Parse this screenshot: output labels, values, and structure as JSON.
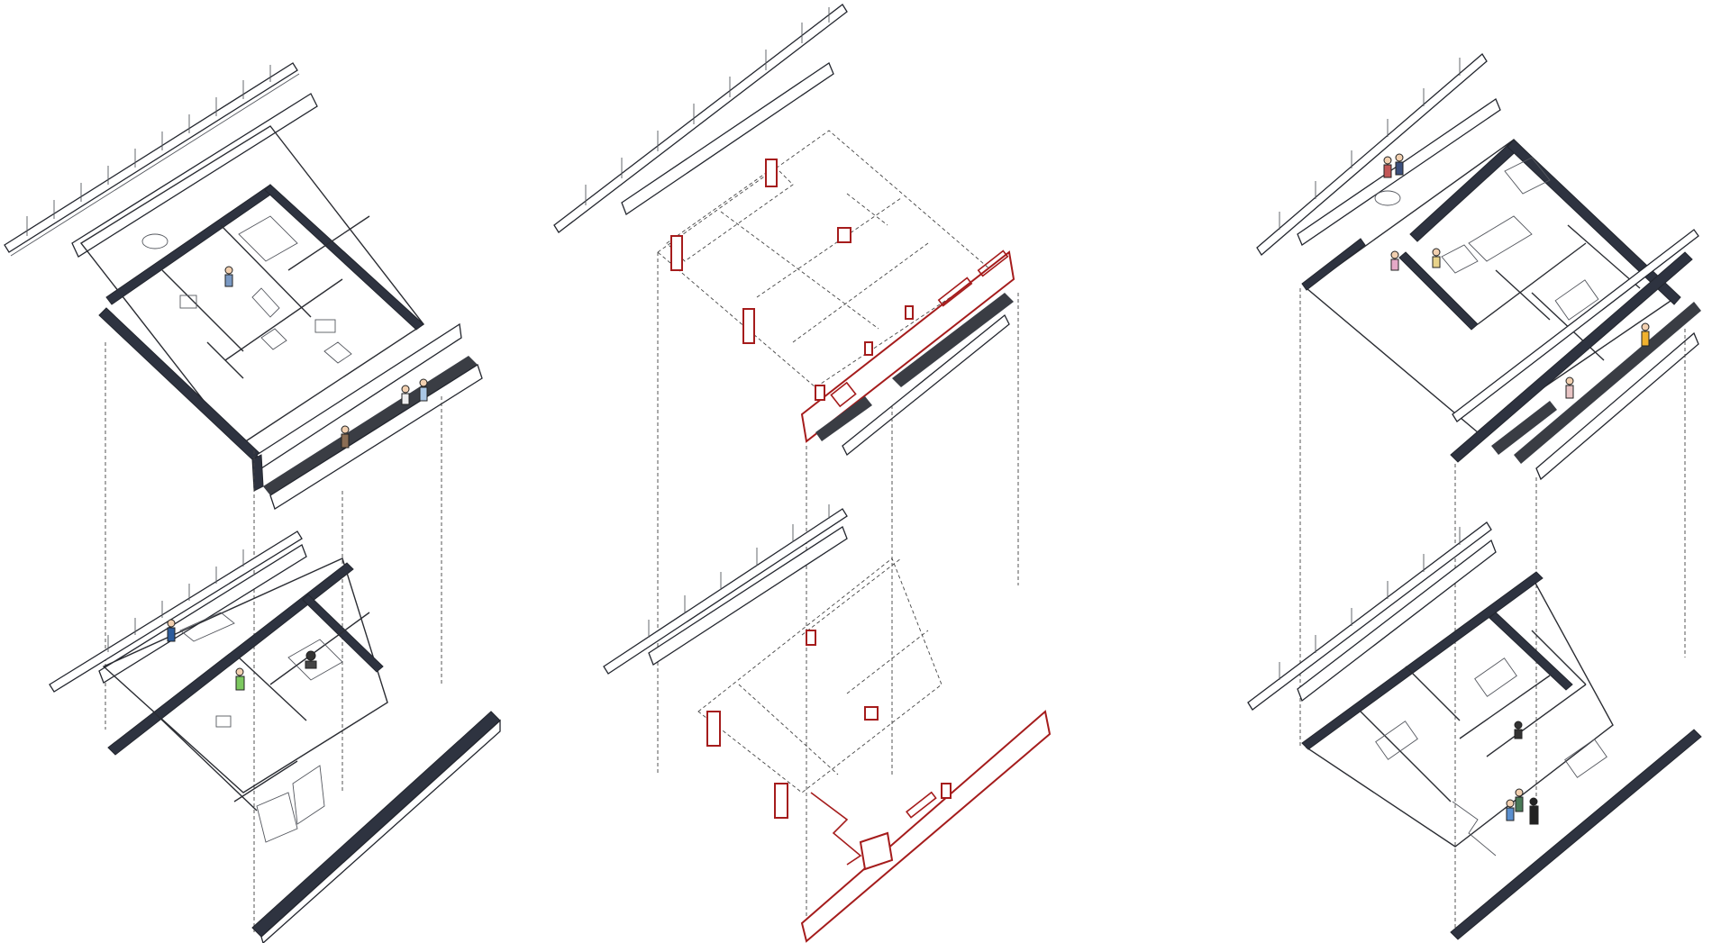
{
  "figure": {
    "panels": [
      {
        "id": "furnished-existing",
        "floors": [
          "upper",
          "lower"
        ]
      },
      {
        "id": "structure-highlight",
        "floors": [
          "upper",
          "lower"
        ],
        "highlight_color": "#a51c1c"
      },
      {
        "id": "furnished-proposed",
        "floors": [
          "upper",
          "lower"
        ]
      }
    ],
    "colors": {
      "line": "#2b2d33",
      "wall_fill": "#2e3340",
      "highlight": "#a51c1c",
      "background": "#ffffff"
    }
  }
}
